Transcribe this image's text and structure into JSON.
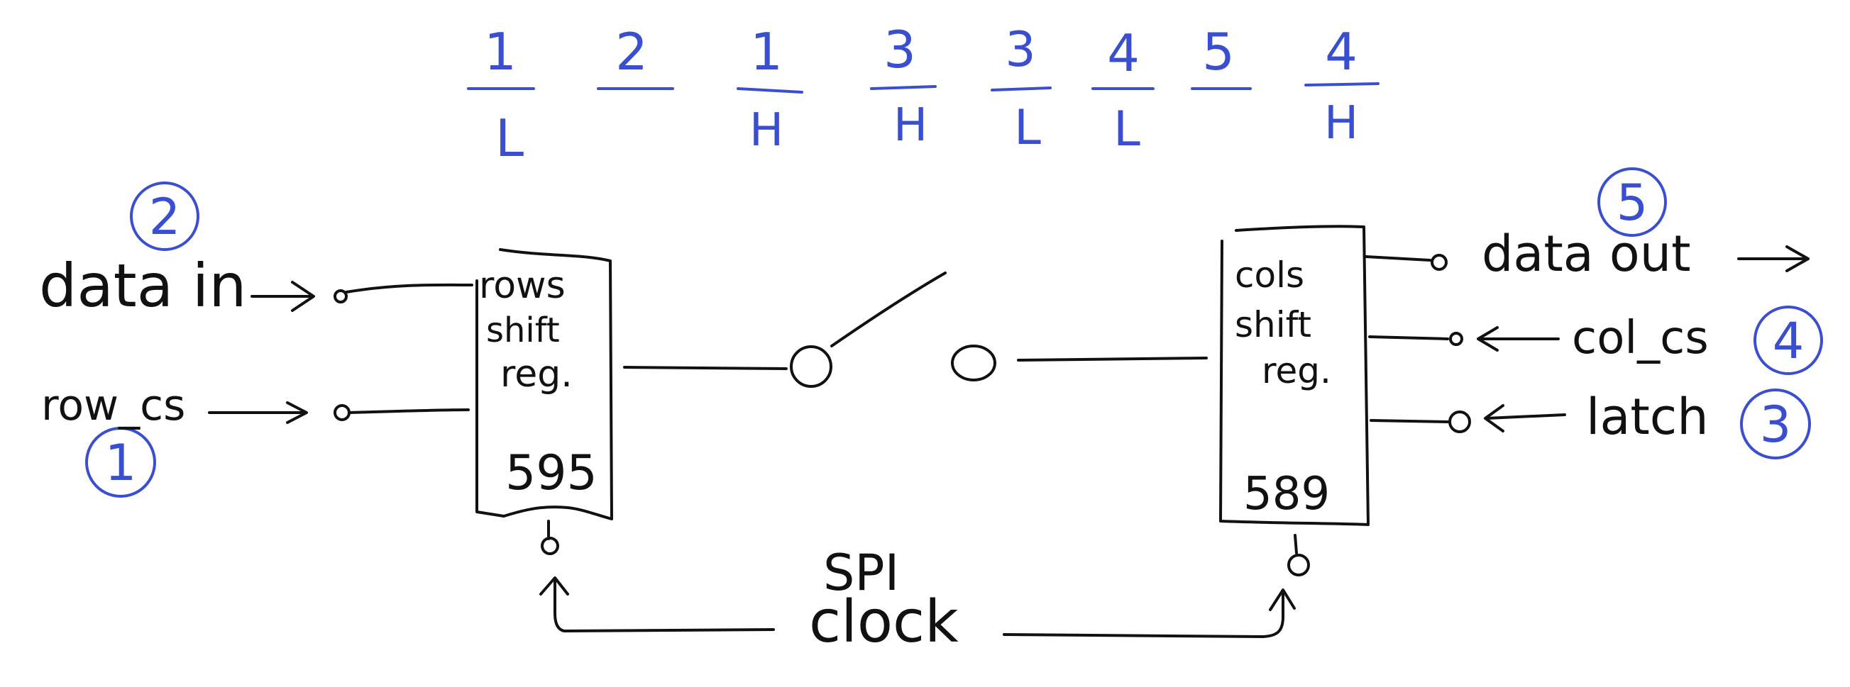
{
  "colors": {
    "ink": "#111111",
    "annotation": "#3a4fd0",
    "background": "#ffffff"
  },
  "sequence": [
    {
      "step": "1",
      "level": "L"
    },
    {
      "step": "2",
      "level": ""
    },
    {
      "step": "1",
      "level": "H"
    },
    {
      "step": "3",
      "level": "H"
    },
    {
      "step": "3",
      "level": "L"
    },
    {
      "step": "4",
      "level": "L"
    },
    {
      "step": "5",
      "level": ""
    },
    {
      "step": "4",
      "level": "H"
    }
  ],
  "rows_register": {
    "line1": "rows",
    "line2": "shift",
    "line3": "reg.",
    "part": "595"
  },
  "cols_register": {
    "line1": "cols",
    "line2": "shift",
    "line3": "reg.",
    "part": "589"
  },
  "signals": {
    "data_in": "data in",
    "row_cs": "row_cs",
    "data_out": "data out",
    "col_cs": "col_cs",
    "latch": "latch",
    "clock_line1": "SPI",
    "clock_line2": "clock"
  },
  "circled_numbers": {
    "data_in": "2",
    "row_cs": "1",
    "data_out": "5",
    "col_cs": "4",
    "latch": "3"
  }
}
